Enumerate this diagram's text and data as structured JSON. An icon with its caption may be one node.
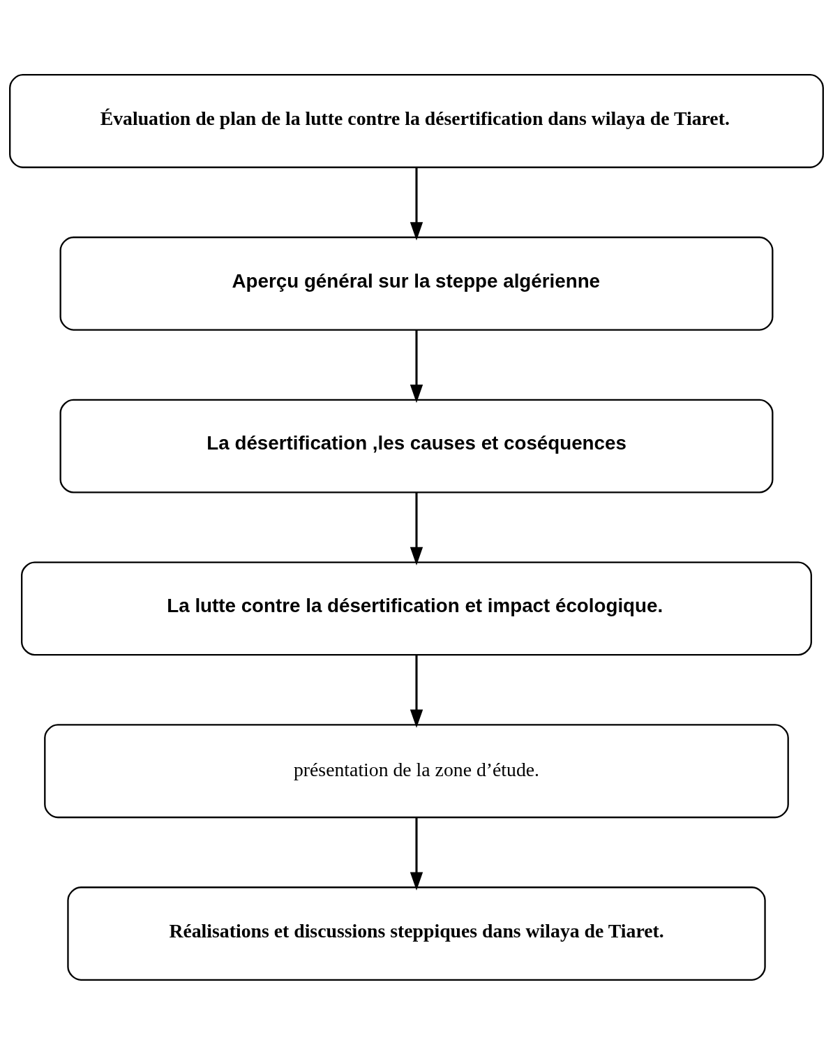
{
  "diagram": {
    "nodes": [
      {
        "text": [
          "Évaluation de plan de la lutte contre la désertification dans wilaya de Tiaret."
        ]
      },
      {
        "text": [
          "Aperçu général sur la steppe algérienne"
        ]
      },
      {
        "text": [
          "La désertification ,les causes et coséquences"
        ]
      },
      {
        "text": [
          "La lutte contre la désertification et impact écologique."
        ]
      },
      {
        "text": [
          "présentation de la zone d’étude."
        ]
      },
      {
        "text": [
          "Réalisations et discussions steppiques dans wilaya de Tiaret."
        ]
      }
    ],
    "edges": [
      {
        "from": 0,
        "to": 1,
        "arrow": "to"
      },
      {
        "from": 1,
        "to": 2,
        "arrow": "to"
      },
      {
        "from": 2,
        "to": 3,
        "arrow": "to"
      },
      {
        "from": 3,
        "to": 4,
        "arrow": "to"
      },
      {
        "from": 4,
        "to": 5,
        "arrow": "to"
      }
    ]
  }
}
